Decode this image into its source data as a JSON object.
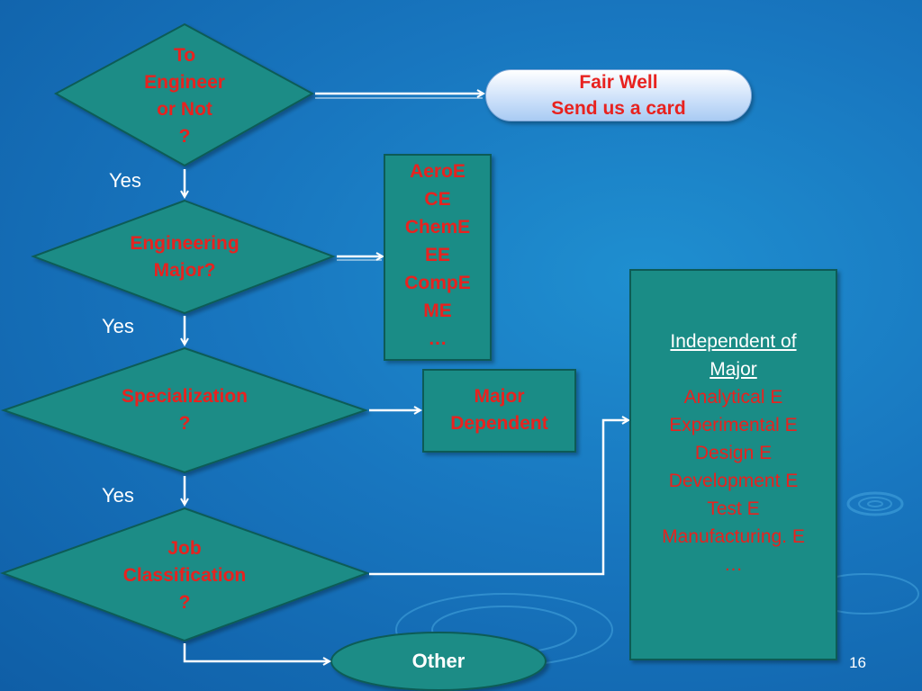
{
  "nodes": {
    "engineer_decision": [
      "To",
      "Engineer",
      "or Not",
      "?"
    ],
    "farewell": [
      "Fair Well",
      "Send us a card"
    ],
    "major_decision": [
      "Engineering",
      "Major?"
    ],
    "majors_list": [
      "AeroE",
      "CE",
      "ChemE",
      "EE",
      "CompE",
      "ME",
      "…"
    ],
    "specialization_decision": [
      "Specialization",
      "?"
    ],
    "major_dependent": [
      "Major",
      "Dependent"
    ],
    "independent": {
      "heading": [
        "Independent of",
        "Major"
      ],
      "items": [
        "Analytical E",
        "Experimental E",
        "Design E",
        "Development E",
        "Test E",
        "Manufacturing. E",
        "…"
      ]
    },
    "job_decision": [
      "Job",
      "Classification",
      "?"
    ],
    "other": "Other"
  },
  "yes_labels": [
    "Yes",
    "Yes",
    "Yes"
  ],
  "page_number": "16",
  "colors": {
    "decision_fill": "#1a8c86",
    "decision_stroke": "#0d5b56",
    "label_text": "#e8221f",
    "arrow": "#ffffff"
  }
}
